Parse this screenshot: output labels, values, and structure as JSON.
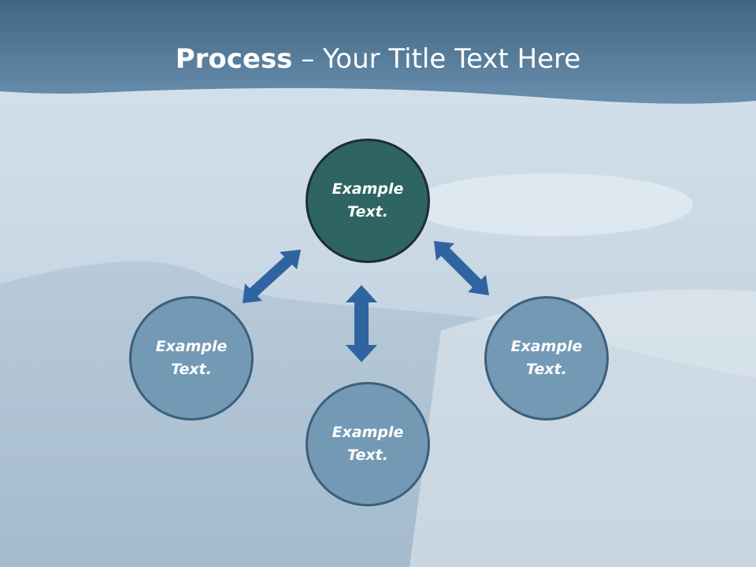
{
  "slide": {
    "title_bold": "Process",
    "title_rest": " – Your Title Text Here"
  },
  "diagram": {
    "nodes": [
      {
        "id": "top",
        "line1": "Example",
        "line2": "Text."
      },
      {
        "id": "left",
        "line1": "Example",
        "line2": "Text."
      },
      {
        "id": "right",
        "line1": "Example",
        "line2": "Text."
      },
      {
        "id": "bottom",
        "line1": "Example",
        "line2": "Text."
      }
    ]
  },
  "colors": {
    "header": "#5a7e9c",
    "top_node": "#2e6462",
    "side_nodes": "#7399b5",
    "arrows": "#2f64a0"
  }
}
